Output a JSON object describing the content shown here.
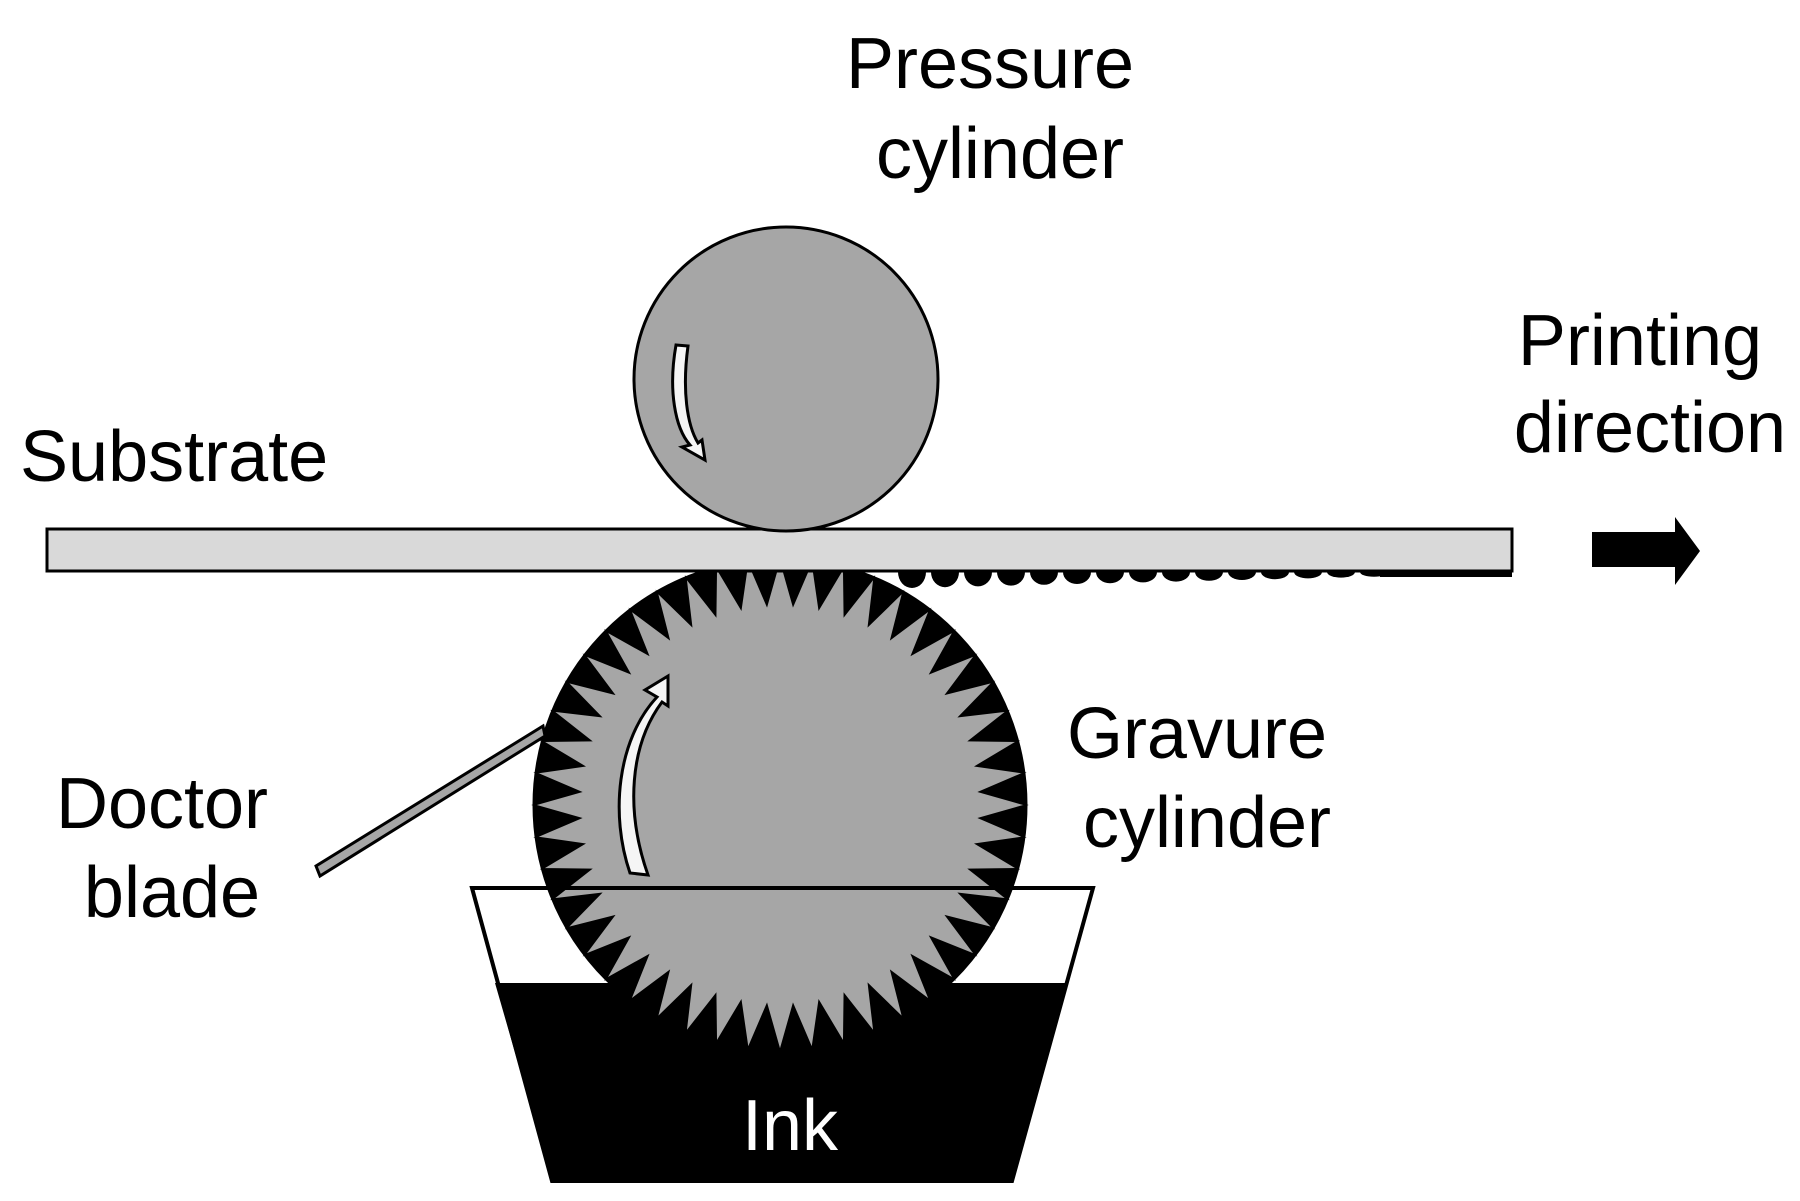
{
  "labels": {
    "pressure_cylinder": [
      "Pressure",
      "cylinder"
    ],
    "printing_direction": [
      "Printing",
      "direction"
    ],
    "substrate": "Substrate",
    "gravure_cylinder": [
      "Gravure",
      "cylinder"
    ],
    "doctor_blade": [
      "Doctor",
      "blade"
    ],
    "ink": "Ink"
  },
  "colors": {
    "cylinder_fill": "#a6a6a6",
    "substrate_fill": "#d9d9d9",
    "ink_fill": "#000000",
    "outline": "#000000",
    "rotation_arrow_fill": "#f5f5f5"
  },
  "icons": {
    "direction_arrow": "right-arrow-icon",
    "pressure_rotation": "curved-arrow-icon",
    "gravure_rotation": "curved-arrow-icon"
  }
}
